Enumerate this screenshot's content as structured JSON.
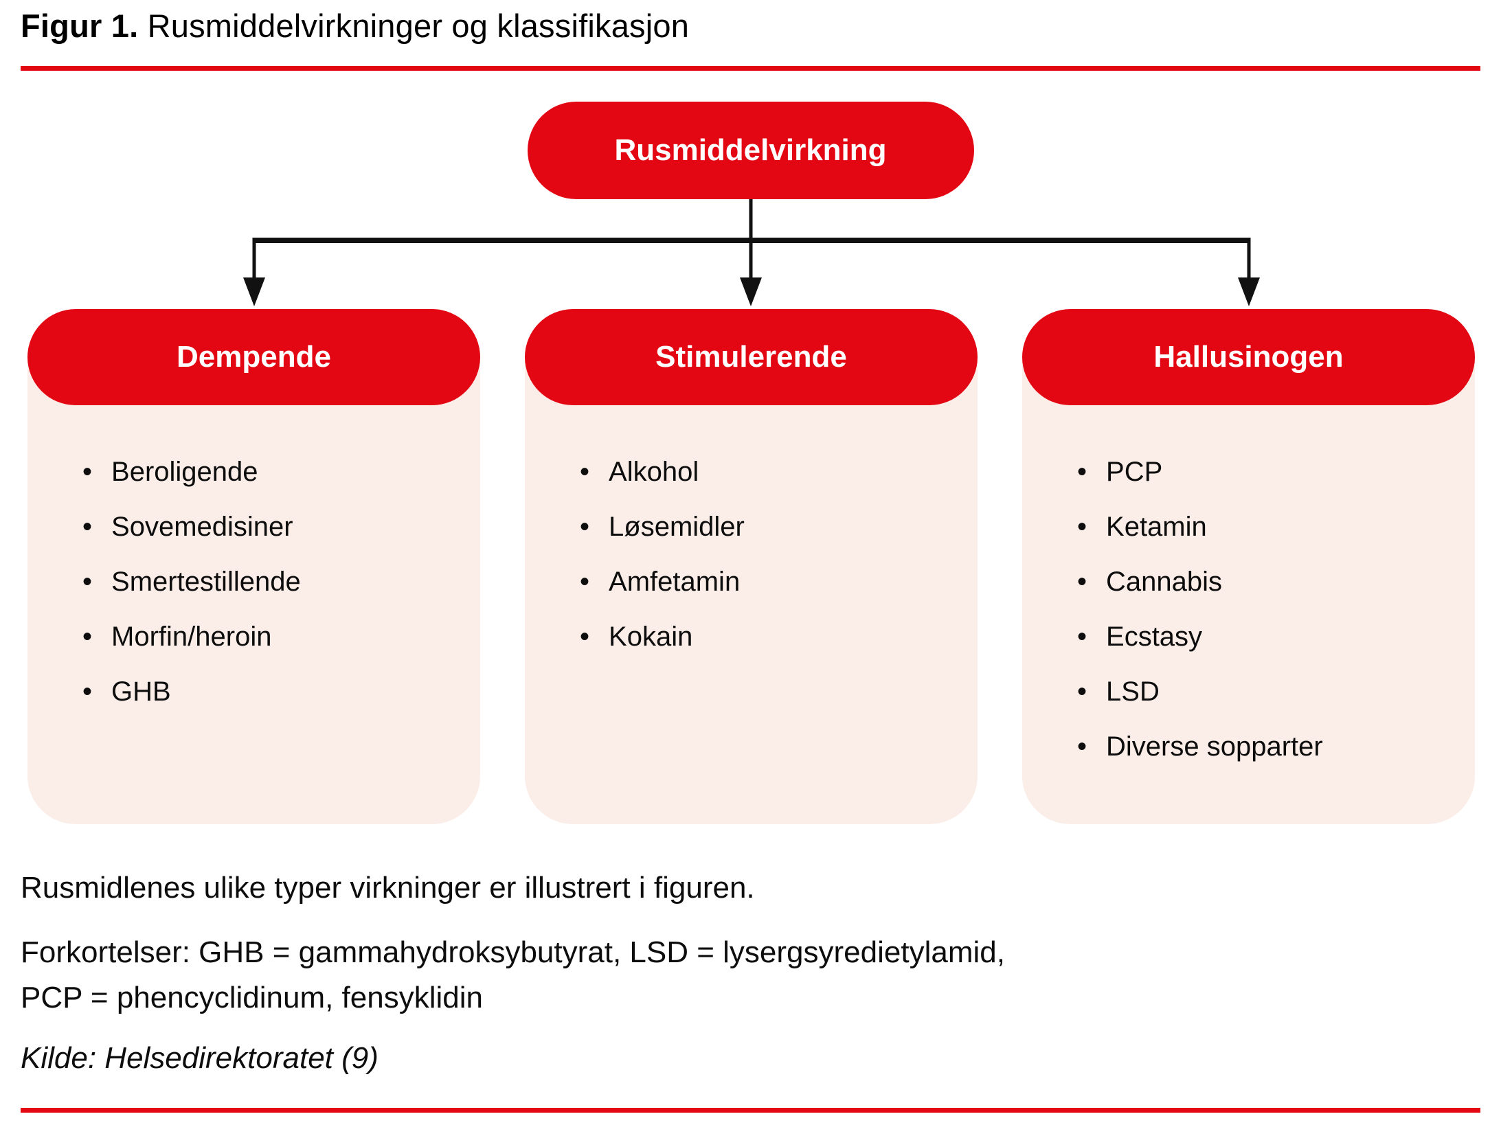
{
  "figure": {
    "label": "Figur 1.",
    "title": " Rusmiddelvirkninger og klassifikasjon"
  },
  "colors": {
    "accent_red": "#E30613",
    "panel_pink": "#FBEDE8",
    "connector_black": "#111111",
    "text_black": "#000000"
  },
  "root": {
    "label": "Rusmiddelvirkning"
  },
  "boxes": [
    {
      "header": "Dempende",
      "items": [
        "Beroligende",
        "Sovemedisiner",
        "Smertestillende",
        "Morfin/heroin",
        "GHB"
      ]
    },
    {
      "header": "Stimulerende",
      "items": [
        "Alkohol",
        "Løsemidler",
        "Amfetamin",
        "Kokain"
      ]
    },
    {
      "header": "Hallusinogen",
      "items": [
        "PCP",
        "Ketamin",
        "Cannabis",
        "Ecstasy",
        "LSD",
        "Diverse sopparter"
      ]
    }
  ],
  "notes": {
    "description": "Rusmidlenes ulike typer virkninger er illustrert i figuren.",
    "abbreviations": "Forkortelser: GHB = gammahydroksybutyrat, LSD = lysergsyredietylamid,\nPCP = phencyclidinum, fensyklidin",
    "source": "Kilde: Helsedirektoratet (9)"
  }
}
